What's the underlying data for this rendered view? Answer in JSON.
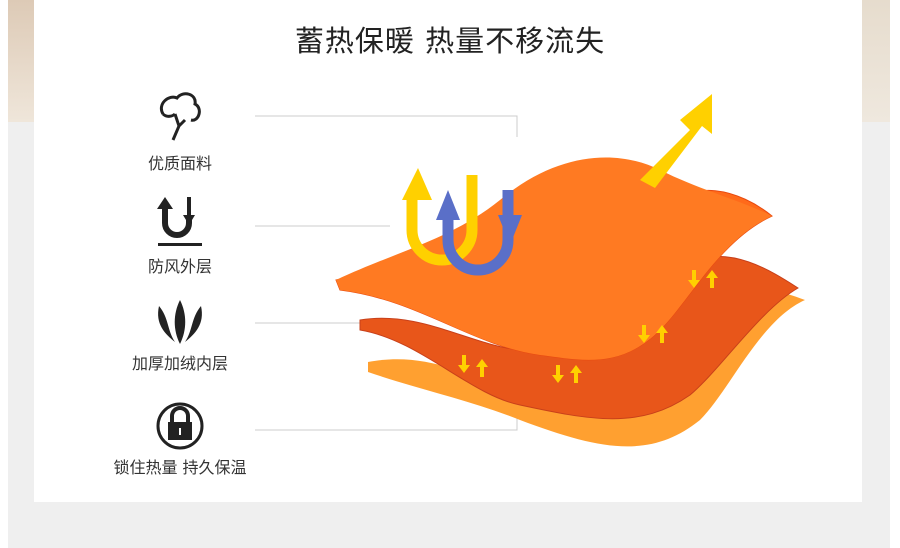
{
  "title": "蓄热保暖 热量不移流失",
  "features": [
    {
      "icon": "cotton-icon",
      "label": "优质面料"
    },
    {
      "icon": "u-turn-arrows-icon",
      "label": "防风外层"
    },
    {
      "icon": "leaves-icon",
      "label": "加厚加绒内层"
    },
    {
      "icon": "lock-icon",
      "label": "锁住热量 持久保温"
    }
  ],
  "colors": {
    "orange": "#ff6a1a",
    "inner": "#e8561a",
    "bottom": "#ffa030",
    "yellow": "#ffd000",
    "blue": "#5a6fc8"
  }
}
